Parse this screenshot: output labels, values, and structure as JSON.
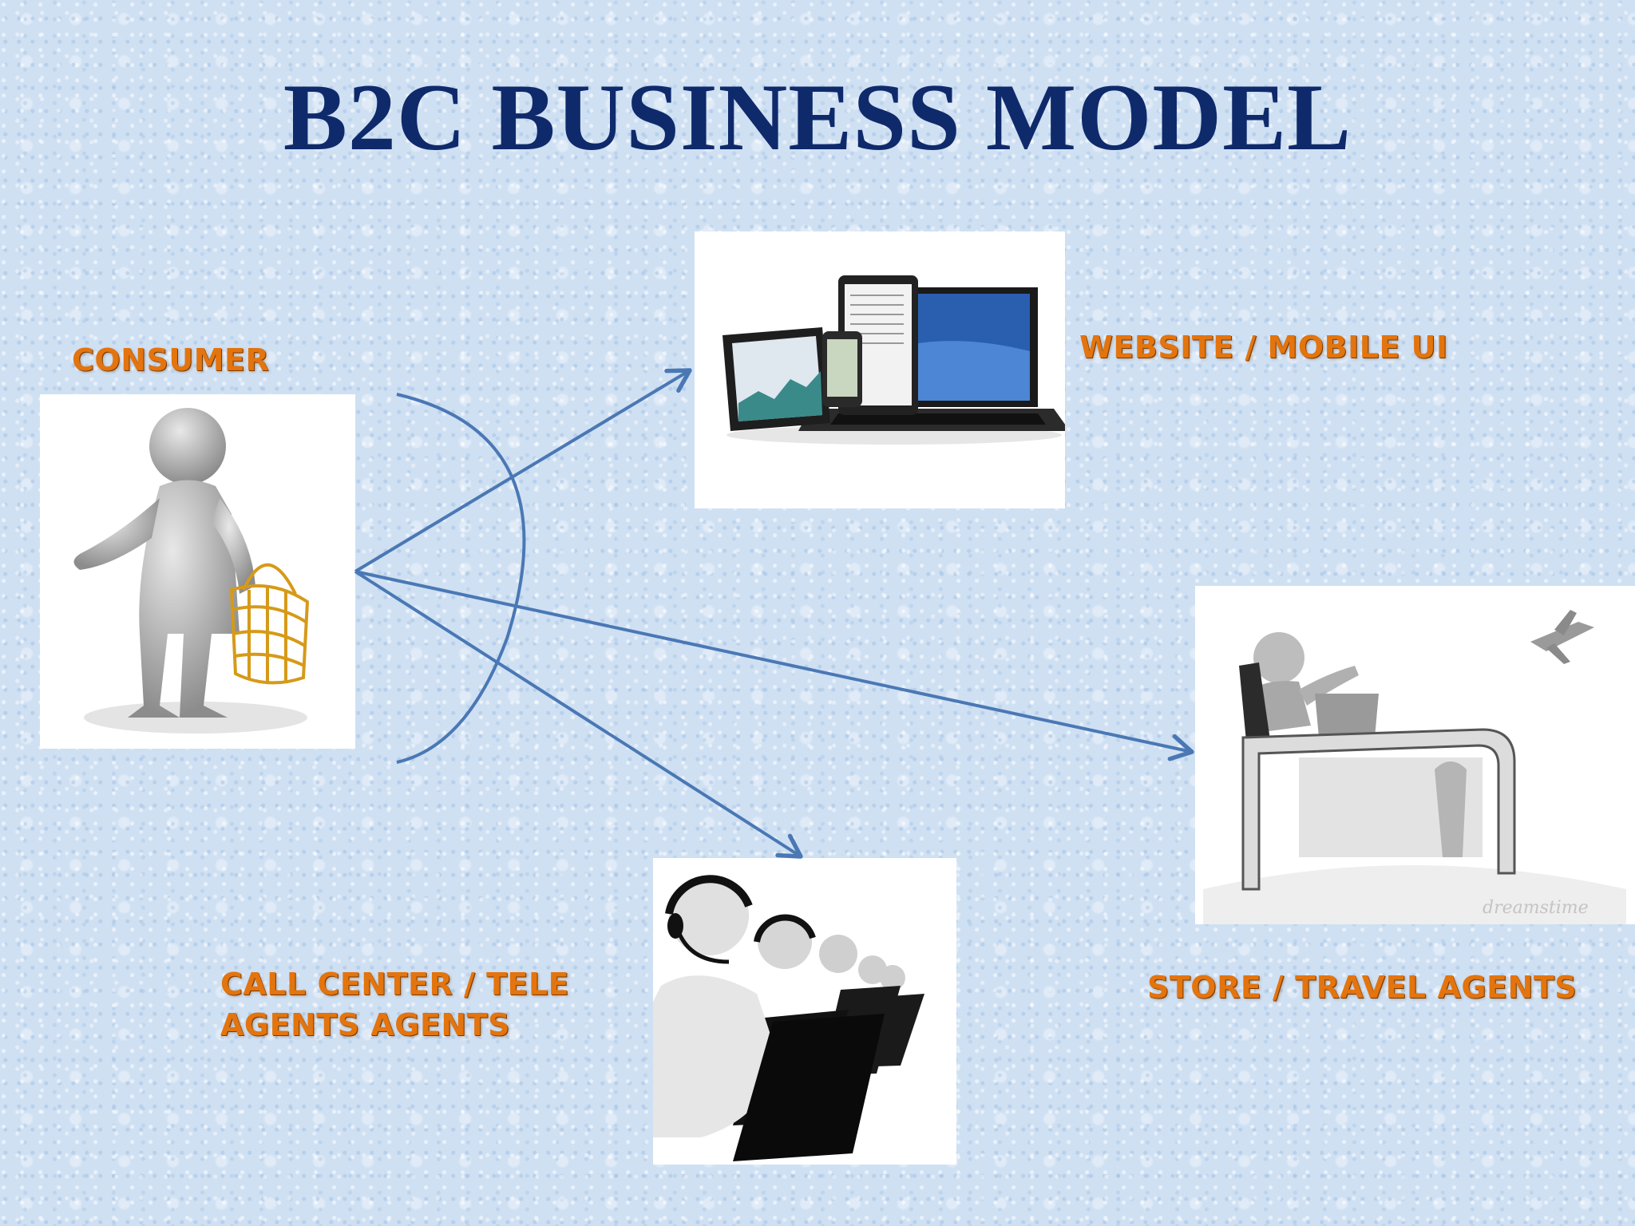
{
  "title": "B2C BUSINESS MODEL",
  "nodes": {
    "consumer": {
      "label": "CONSUMER",
      "icon": "person-with-basket-icon"
    },
    "website": {
      "label": "WEBSITE / MOBILE UI",
      "icon": "devices-icon"
    },
    "store": {
      "label": "STORE / TRAVEL AGENTS",
      "icon": "travel-agent-desk-icon"
    },
    "callcenter": {
      "label_line1": "CALL CENTER / TELE",
      "label_line2": "AGENTS AGENTS",
      "icon": "call-center-agents-icon"
    }
  },
  "colors": {
    "title": "#0f2a6b",
    "label": "#e3740e",
    "arrow": "#4a78b5",
    "background": "#cfe0f3"
  }
}
